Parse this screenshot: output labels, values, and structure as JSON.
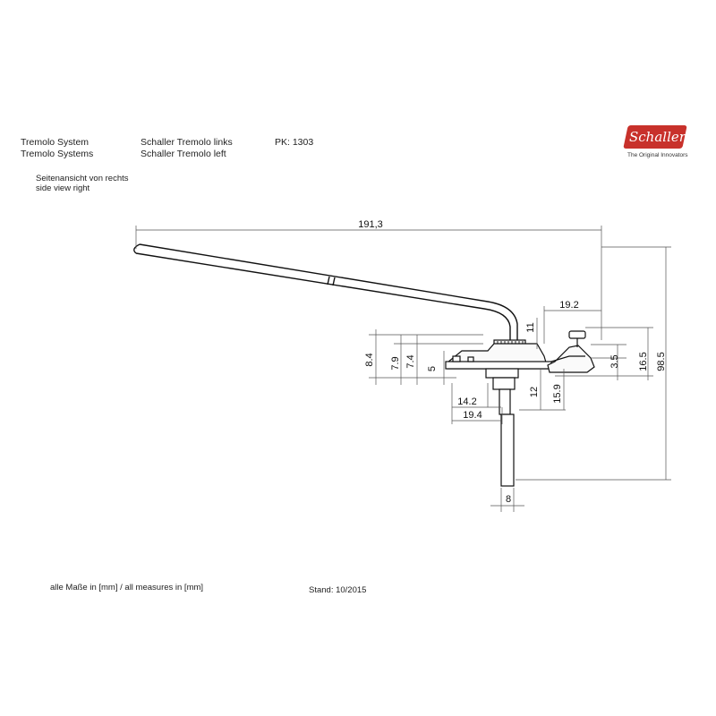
{
  "header": {
    "row1": {
      "col1": "Tremolo System",
      "col2": "Schaller Tremolo links",
      "col3": "PK: 1303"
    },
    "row2": {
      "col1": "Tremolo Systems",
      "col2": "Schaller Tremolo left"
    }
  },
  "view_label": {
    "de": "Seitenansicht von rechts",
    "en": "side view right"
  },
  "logo": {
    "word": "Schaller",
    "tagline": "The Original Innovators",
    "color": "#c8312b"
  },
  "dimensions": {
    "overall_length": "191,3",
    "d_19_2": "19.2",
    "d_11": "11",
    "d_8_4": "8.4",
    "d_7_9": "7.9",
    "d_7_4": "7.4",
    "d_5": "5",
    "d_14_2": "14.2",
    "d_19_4": "19.4",
    "d_12": "12",
    "d_15_9": "15.9",
    "d_3_5": "3.5",
    "d_16_5": "16.5",
    "d_98_5": "98.5",
    "d_8": "8"
  },
  "footer": {
    "units_note": "alle Maße in [mm] / all measures in [mm]",
    "stand": "Stand: 10/2015"
  }
}
